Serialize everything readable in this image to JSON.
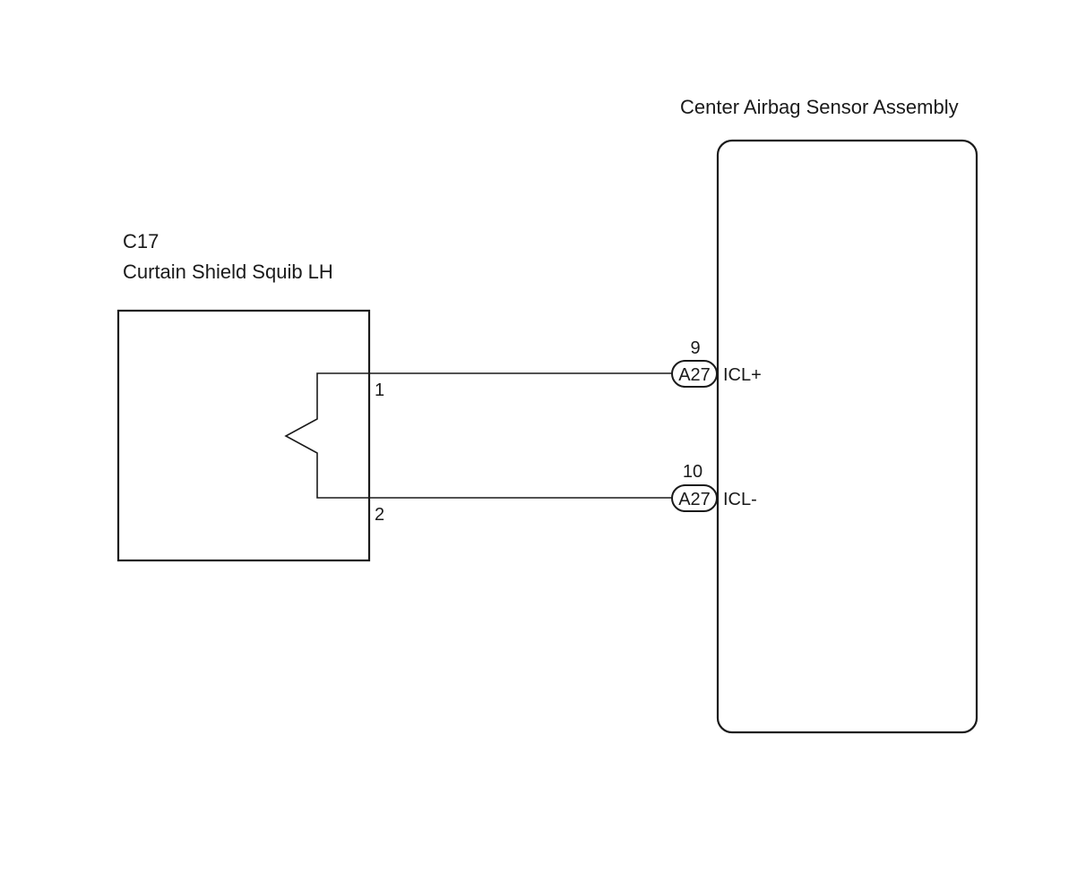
{
  "components": {
    "squib": {
      "code": "C17",
      "name": "Curtain Shield Squib LH",
      "pin_top": "1",
      "pin_bottom": "2"
    },
    "sensor": {
      "name": "Center Airbag Sensor Assembly"
    }
  },
  "connections": [
    {
      "pin": "9",
      "connector": "A27",
      "signal": "ICL+"
    },
    {
      "pin": "10",
      "connector": "A27",
      "signal": "ICL-"
    }
  ],
  "colors": {
    "line": "#1a1a1a",
    "background": "#ffffff"
  }
}
